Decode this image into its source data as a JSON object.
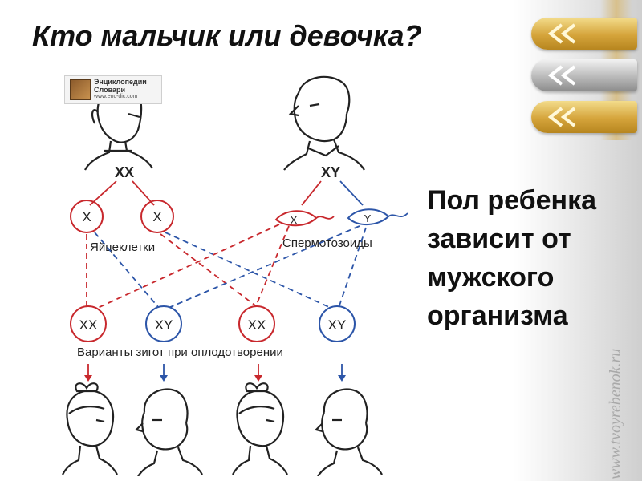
{
  "title": "Кто мальчик или девочка?",
  "side_text": [
    "Пол ребенка",
    "зависит от",
    "мужского",
    "организма"
  ],
  "source_badge": {
    "line1": "Энциклопедии",
    "line2": "Словари",
    "url": "www.enc-dic.com"
  },
  "watermark": "www.tvoyrebenok.ru",
  "diagram": {
    "mother_label": "XX",
    "father_label": "XY",
    "eggs": [
      "X",
      "X"
    ],
    "sperm": [
      "X",
      "Y"
    ],
    "eggs_label": "Яйцеклетки",
    "sperm_label": "Спермотозоиды",
    "zygotes": [
      "XX",
      "XY",
      "XX",
      "XY"
    ],
    "zygotes_label": "Варианты зигот при оплодотворении",
    "colors": {
      "red": "#c8282d",
      "blue": "#2c55a8"
    }
  }
}
